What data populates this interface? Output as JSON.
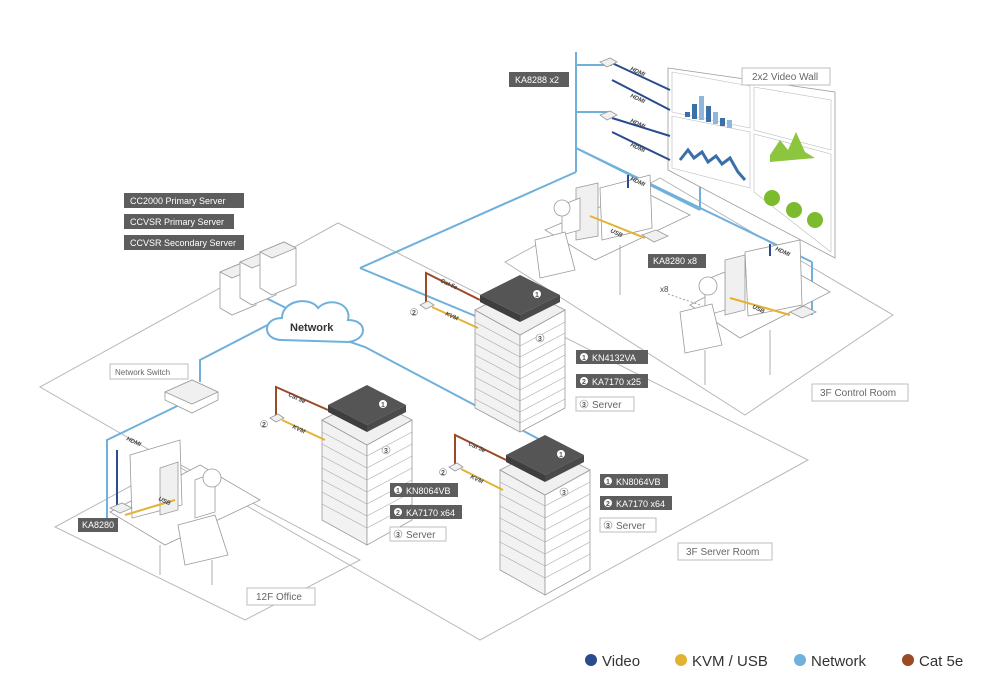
{
  "labels": {
    "primary_server": "CC2000 Primary Server",
    "ccvsr_primary": "CCVSR Primary Server",
    "ccvsr_secondary": "CCVSR Secondary Server",
    "network": "Network",
    "network_switch": "Network Switch",
    "ka8288": "KA8288 x2",
    "video_wall": "2x2 Video Wall",
    "ka8280_x8": "KA8280 x8",
    "x8": "x8",
    "control_room": "3F Control Room",
    "server_room": "3F Server Room",
    "office": "12F Office",
    "ka8280": "KA8280"
  },
  "racks": {
    "control": {
      "item1": "KN4132VA",
      "item2": "KA7170 x25",
      "item3": "Server"
    },
    "left": {
      "item1": "KN8064VB",
      "item2": "KA7170 x64",
      "item3": "Server"
    },
    "right": {
      "item1": "KN8064VB",
      "item2": "KA7170 x64",
      "item3": "Server"
    }
  },
  "numbers": {
    "n1": "1",
    "n2": "2",
    "n3": "3"
  },
  "cables": {
    "hdmi": "HDMI",
    "usb": "USB",
    "kvm": "KVM",
    "cat5e": "Cat 5e"
  },
  "legend": [
    {
      "label": "Video",
      "color": "#2a4b8d"
    },
    {
      "label": "KVM / USB",
      "color": "#e2b233"
    },
    {
      "label": "Network",
      "color": "#6fb0dc"
    },
    {
      "label": "Cat 5e",
      "color": "#9b4a25"
    }
  ]
}
